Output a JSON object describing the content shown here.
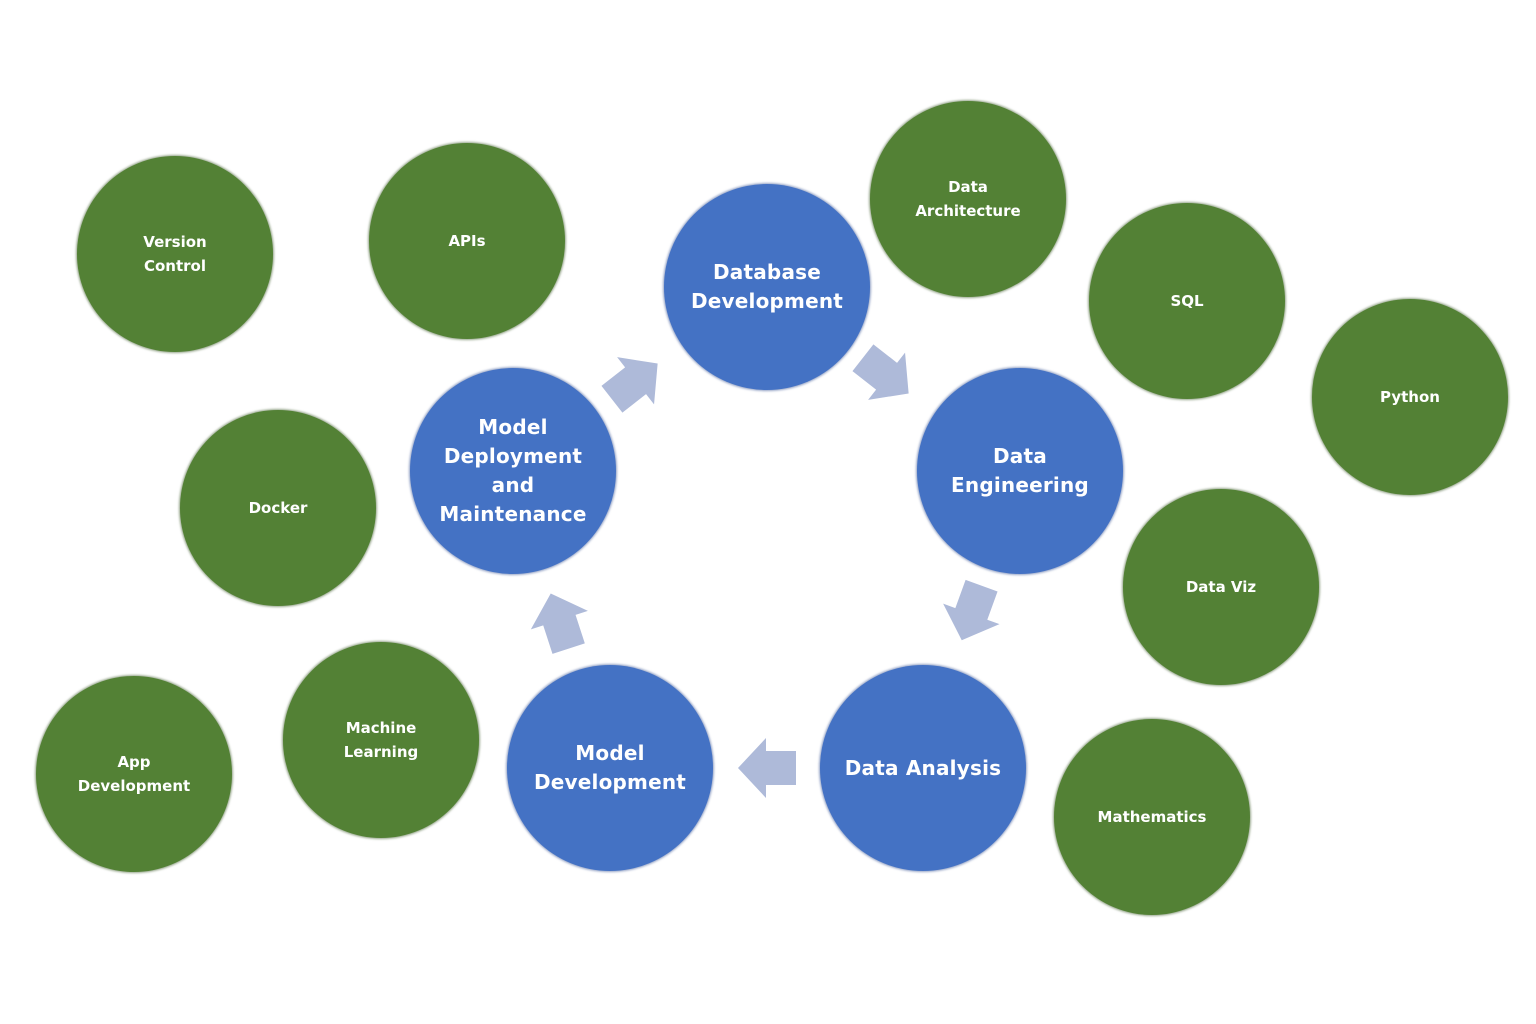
{
  "diagram": {
    "colors": {
      "process_circle": "#4472c4",
      "skill_circle": "#538135",
      "arrow": "#aebad9",
      "text": "#ffffff",
      "background": "#ffffff"
    },
    "cycle": [
      {
        "id": "database-development",
        "label_lines": [
          "Database",
          "Development"
        ]
      },
      {
        "id": "data-engineering",
        "label_lines": [
          "Data",
          "Engineering"
        ]
      },
      {
        "id": "data-analysis",
        "label_lines": [
          "Data Analysis"
        ]
      },
      {
        "id": "model-development",
        "label_lines": [
          "Model",
          "Development"
        ]
      },
      {
        "id": "model-deployment-and-maintenance",
        "label_lines": [
          "Model",
          "Deployment",
          "and",
          "Maintenance"
        ]
      }
    ],
    "cycle_arrows": [
      {
        "from": "database-development",
        "to": "data-engineering"
      },
      {
        "from": "data-engineering",
        "to": "data-analysis"
      },
      {
        "from": "data-analysis",
        "to": "model-development"
      },
      {
        "from": "model-development",
        "to": "model-deployment-and-maintenance"
      },
      {
        "from": "model-deployment-and-maintenance",
        "to": "database-development"
      }
    ],
    "skills": [
      {
        "id": "version-control",
        "label_lines": [
          "Version",
          "Control"
        ]
      },
      {
        "id": "apis",
        "label_lines": [
          "APIs"
        ]
      },
      {
        "id": "data-architecture",
        "label_lines": [
          "Data",
          "Architecture"
        ]
      },
      {
        "id": "sql",
        "label_lines": [
          "SQL"
        ]
      },
      {
        "id": "python",
        "label_lines": [
          "Python"
        ]
      },
      {
        "id": "docker",
        "label_lines": [
          "Docker"
        ]
      },
      {
        "id": "data-viz",
        "label_lines": [
          "Data Viz"
        ]
      },
      {
        "id": "app-development",
        "label_lines": [
          "App",
          "Development"
        ]
      },
      {
        "id": "machine-learning",
        "label_lines": [
          "Machine",
          "Learning"
        ]
      },
      {
        "id": "mathematics",
        "label_lines": [
          "Mathematics"
        ]
      }
    ]
  }
}
